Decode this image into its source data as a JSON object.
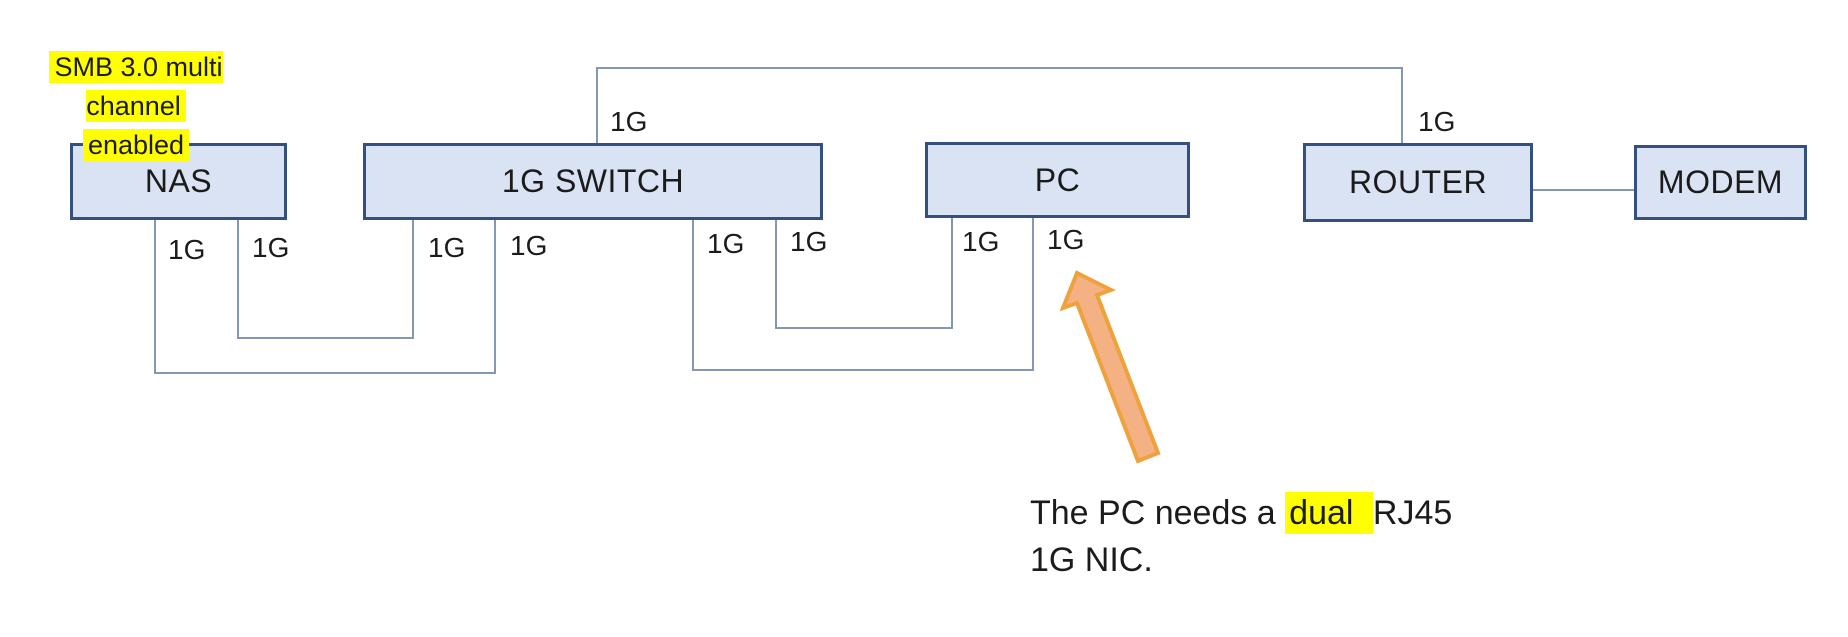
{
  "colors": {
    "node_fill": "#dae3f3",
    "node_border": "#34517e",
    "connector": "#8497b5",
    "highlight": "#ffff00",
    "arrow_fill": "#f3b184",
    "arrow_outline": "#efa13c",
    "text": "#1b1b1b"
  },
  "notes": {
    "smb": {
      "line1": "SMB 3.0 multi channel",
      "line2": "enabled"
    },
    "nic": {
      "before": "The PC needs a ",
      "highlight": "dual ",
      "after": "RJ45",
      "line2": "1G NIC."
    }
  },
  "nodes": [
    {
      "id": "nas",
      "label": "NAS"
    },
    {
      "id": "switch",
      "label": "1G SWITCH"
    },
    {
      "id": "pc",
      "label": "PC"
    },
    {
      "id": "router",
      "label": "ROUTER"
    },
    {
      "id": "modem",
      "label": "MODEM"
    }
  ],
  "port_labels": [
    "1G",
    "1G",
    "1G",
    "1G",
    "1G",
    "1G",
    "1G",
    "1G",
    "1G",
    "1G"
  ],
  "connections": [
    {
      "from": "1G SWITCH (top port)",
      "to": "ROUTER (top port)",
      "speed": "1G"
    },
    {
      "from": "NAS port 1",
      "to": "1G SWITCH port 2",
      "speed": "1G"
    },
    {
      "from": "NAS port 2",
      "to": "1G SWITCH port 1",
      "speed": "1G"
    },
    {
      "from": "1G SWITCH port 3",
      "to": "PC port 2",
      "speed": "1G"
    },
    {
      "from": "1G SWITCH port 4",
      "to": "PC port 1",
      "speed": "1G"
    },
    {
      "from": "ROUTER",
      "to": "MODEM",
      "speed": ""
    }
  ]
}
